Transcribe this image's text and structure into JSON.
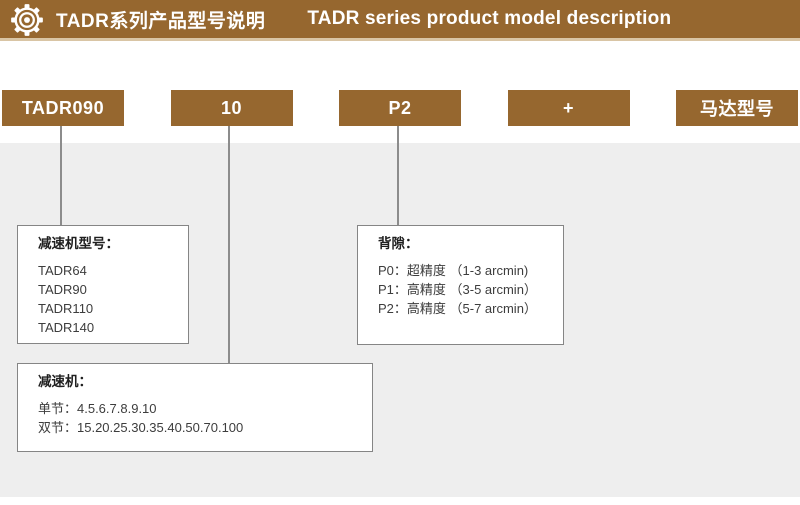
{
  "colors": {
    "brand_brown": "#96672F",
    "header_underline": "#D9C5A5",
    "panel_gray": "#EEEEEE",
    "box_border_gray": "#858585",
    "connector_gray": "#8C8C8C",
    "title_text": "#FFFFFF",
    "body_text": "#3D3D3D"
  },
  "header": {
    "icon": "gear-icon",
    "title_zh": "TADR系列产品型号说明",
    "title_en": "TADR series product model description"
  },
  "model_row": {
    "segments": [
      {
        "label": "TADR090"
      },
      {
        "label": "10"
      },
      {
        "label": "P2"
      },
      {
        "label": "+"
      },
      {
        "label": "马达型号"
      }
    ]
  },
  "callouts": {
    "reducer_models": {
      "title": "减速机型号：",
      "items": [
        "TADR64",
        "TADR90",
        "TADR110",
        "TADR140"
      ]
    },
    "backlash": {
      "title": "背隙：",
      "items": [
        "P0：超精度 （1-3 arcmin)",
        "P1：高精度 （3-5 arcmin）",
        "P2：高精度 （5-7 arcmin）"
      ]
    },
    "reducer_stages": {
      "title": "减速机：",
      "items": [
        "单节：4.5.6.7.8.9.10",
        "双节：15.20.25.30.35.40.50.70.100"
      ]
    }
  }
}
